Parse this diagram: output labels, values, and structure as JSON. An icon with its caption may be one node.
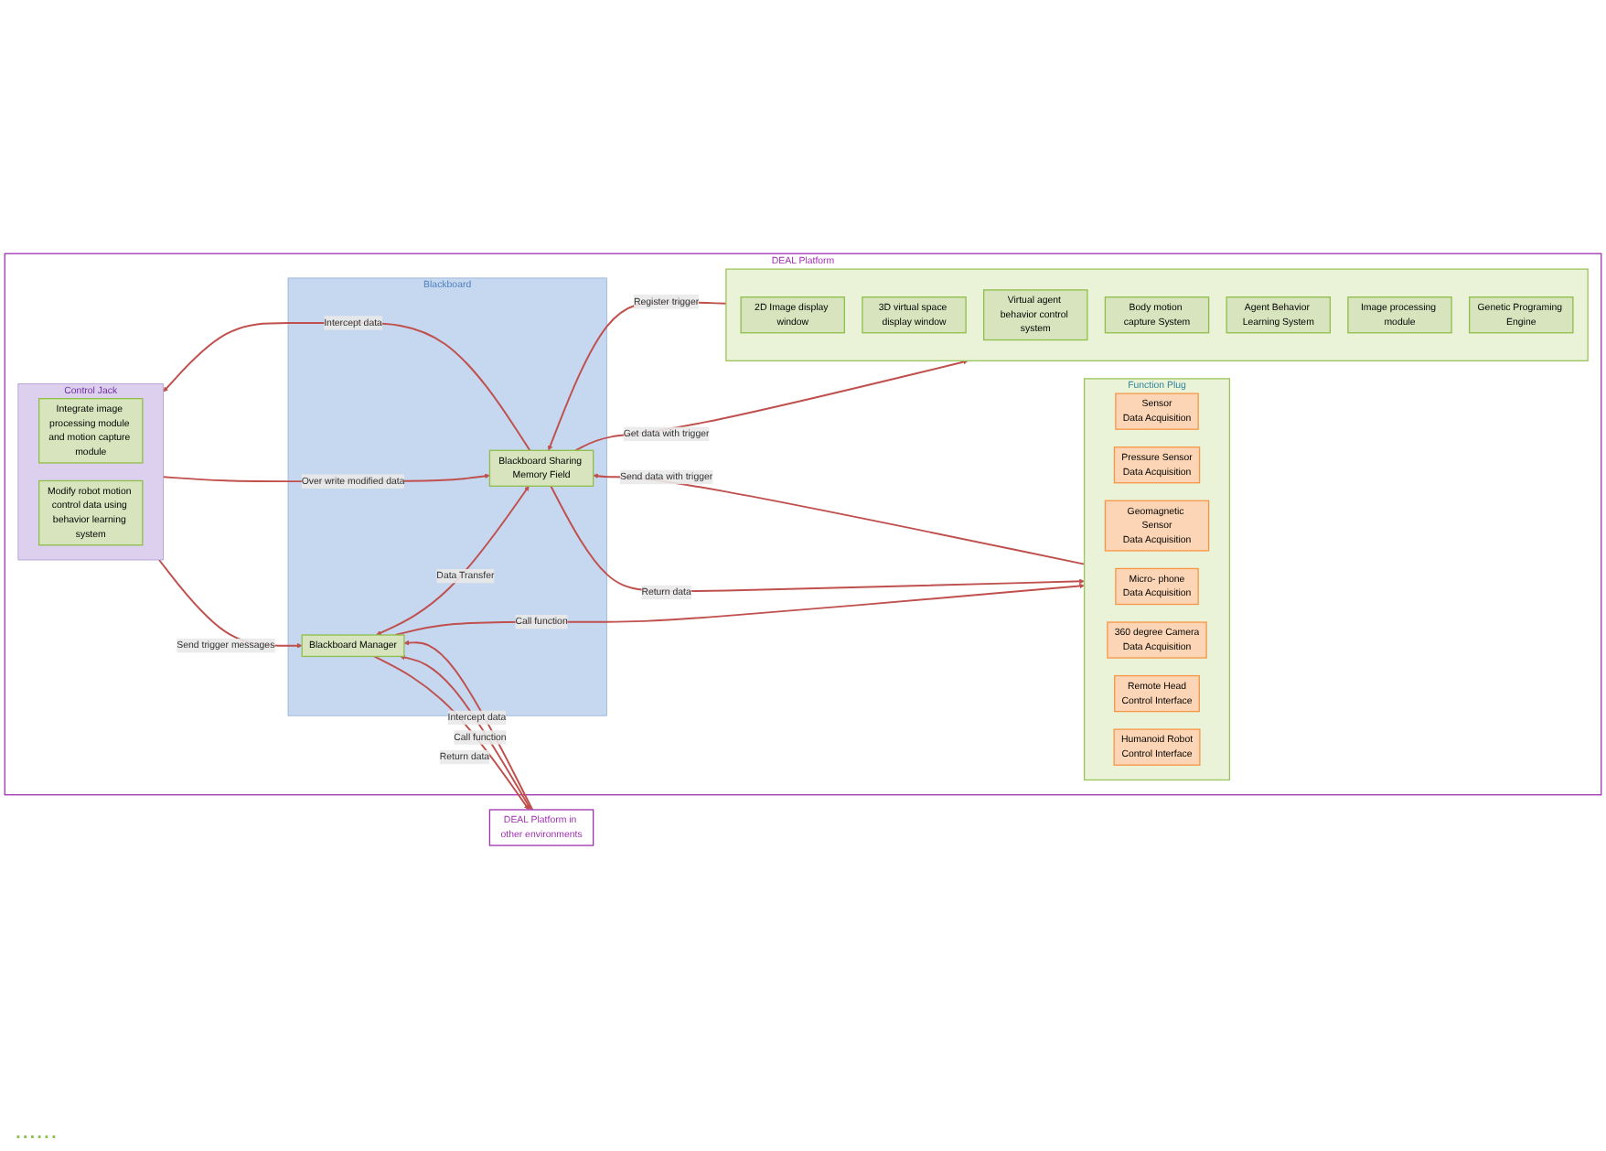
{
  "diagram": {
    "nodes": [
      {
        "text": [
          "DEAL Platform"
        ]
      },
      {
        "text": [
          "Function Plug"
        ],
        "in": 0
      },
      {
        "text": [
          "Sensor",
          "Data Acquisition"
        ],
        "in": 1
      },
      {
        "text": [
          "Pressure Sensor",
          "Data Acquisition"
        ],
        "in": 1
      },
      {
        "text": [
          "Geomagnetic Sensor",
          "Data Acquisition"
        ],
        "in": 1
      },
      {
        "text": [
          "Micro- phone",
          "Data Acquisition"
        ],
        "in": 1
      },
      {
        "text": [
          "360 degree Camera",
          "Data Acquisition"
        ],
        "in": 1
      },
      {
        "text": [
          "Remote Head",
          "Control Interface"
        ],
        "in": 1
      },
      {
        "text": [
          "Humanoid Robot",
          "Control Interface"
        ],
        "in": 1
      },
      {
        "text": [
          "Blackboard"
        ],
        "in": 0
      },
      {
        "text": [
          "Blackboard Manager"
        ],
        "in": 9
      },
      {
        "text": [
          "Blackboard Sharing Memory Field"
        ],
        "in": 9
      },
      {
        "text": [],
        "shape": "box",
        "in": 0
      },
      {
        "text": [
          "2D Image display window"
        ],
        "in": 12
      },
      {
        "text": [
          "3D virtual space display window"
        ],
        "in": 12
      },
      {
        "text": [
          "Virtual agent behavior control system"
        ],
        "in": 12
      },
      {
        "text": [
          "Body motion capture System"
        ],
        "in": 12
      },
      {
        "text": [
          "Agent Behavior Learning System"
        ],
        "in": 12
      },
      {
        "text": [
          "Image processing module"
        ],
        "in": 12
      },
      {
        "text": [
          "Genetic Programing Engine"
        ],
        "in": 12
      },
      {
        "text": [
          "Control Jack"
        ],
        "in": 0
      },
      {
        "text": [
          "Integrate image processing module and motion capture module"
        ],
        "in": 20
      },
      {
        "text": [
          "Modify robot motion control data using behavior learning system"
        ],
        "in": 20
      },
      {
        "text": [
          "DEAL Platform in other environments"
        ]
      }
    ],
    "edges": [
      {
        "from": 23,
        "to": 10,
        "arrow": "both",
        "label": "Intercept data"
      },
      {
        "from": 23,
        "to": 10,
        "arrow": "to",
        "label": "Call function"
      },
      {
        "from": 10,
        "to": 23,
        "arrow": "to",
        "label": "Return data"
      },
      {
        "from": 10,
        "to": 1,
        "arrow": "to",
        "label": "Call function"
      },
      {
        "from": 10,
        "to": 11,
        "arrow": "both",
        "label": "Data Transfer"
      },
      {
        "from": 1,
        "to": 11,
        "arrow": "to",
        "label": "Send data with trigger"
      },
      {
        "from": 11,
        "to": 1,
        "arrow": "to",
        "label": "Return data"
      },
      {
        "from": 11,
        "to": 12,
        "arrow": "to",
        "label": "Get data with trigger"
      },
      {
        "from": 12,
        "to": 11,
        "arrow": "to",
        "label": "Register trigger"
      },
      {
        "from": 20,
        "to": 10,
        "arrow": "to",
        "label": "Send trigger messages"
      },
      {
        "from": 11,
        "to": 20,
        "arrow": "to",
        "label": "Intercept data"
      },
      {
        "from": 20,
        "to": 11,
        "arrow": "to",
        "label": "Over write modified data"
      }
    ],
    "labels": [
      "......"
    ]
  }
}
